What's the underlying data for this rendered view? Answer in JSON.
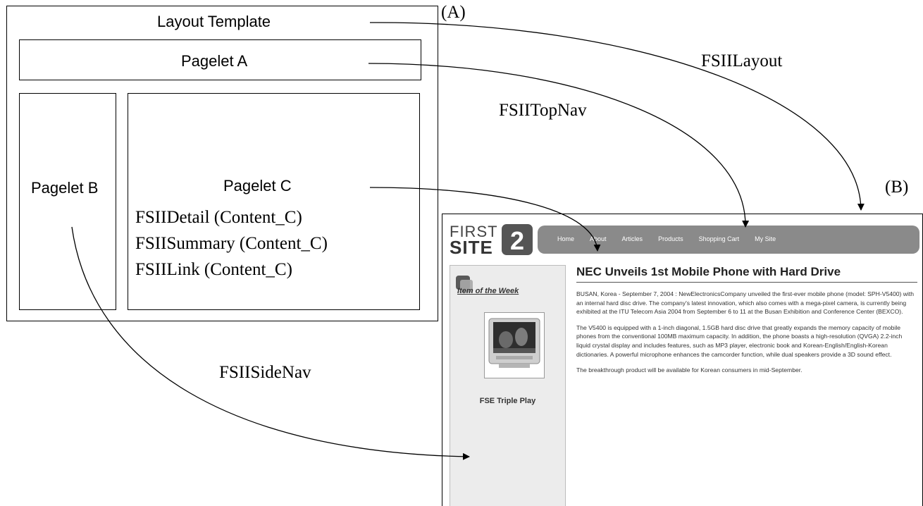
{
  "labels": {
    "a_marker": "(A)",
    "b_marker": "(B)",
    "layout_template": "Layout Template",
    "pagelet_a": "Pagelet A",
    "pagelet_b": "Pagelet B",
    "pagelet_c": "Pagelet C",
    "content_items": [
      "FSIIDetail (Content_C)",
      "FSIISummary (Content_C)",
      "FSIILink (Content_C)"
    ],
    "fsii_layout": "FSIILayout",
    "fsii_topnav": "FSIITopNav",
    "fsii_sidenav": "FSIISideNav"
  },
  "site": {
    "logo_first": "FIRST",
    "logo_site": "SITE",
    "logo_number": "2",
    "nav_items": [
      "Home",
      "About",
      "Articles",
      "Products",
      "Shopping Cart",
      "My Site"
    ],
    "item_of_week": "Item of the Week",
    "product_caption": "FSE Triple Play",
    "article_title": "NEC Unveils 1st Mobile Phone with Hard Drive",
    "paragraphs": [
      "BUSAN, Korea - September 7, 2004 : NewElectronicsCompany unveiled the first-ever mobile phone (model: SPH-V5400) with an internal hard disc drive. The company's latest innovation, which also comes with a mega-pixel camera, is currently being exhibited at the ITU Telecom Asia 2004 from September 6 to 11 at the Busan Exhibition and Conference Center (BEXCO).",
      "The V5400 is equipped with a 1-inch diagonal, 1.5GB hard disc drive that greatly expands the memory capacity of mobile phones from the conventional 100MB maximum capacity. In addition, the phone boasts a high-resolution (QVGA) 2.2-inch liquid crystal display and includes features, such as MP3 player, electronic book and Korean-English/English-Korean dictionaries. A powerful microphone enhances the camcorder function, while dual speakers provide a 3D sound effect.",
      "The breakthrough product will be available for Korean consumers in mid-September."
    ]
  }
}
